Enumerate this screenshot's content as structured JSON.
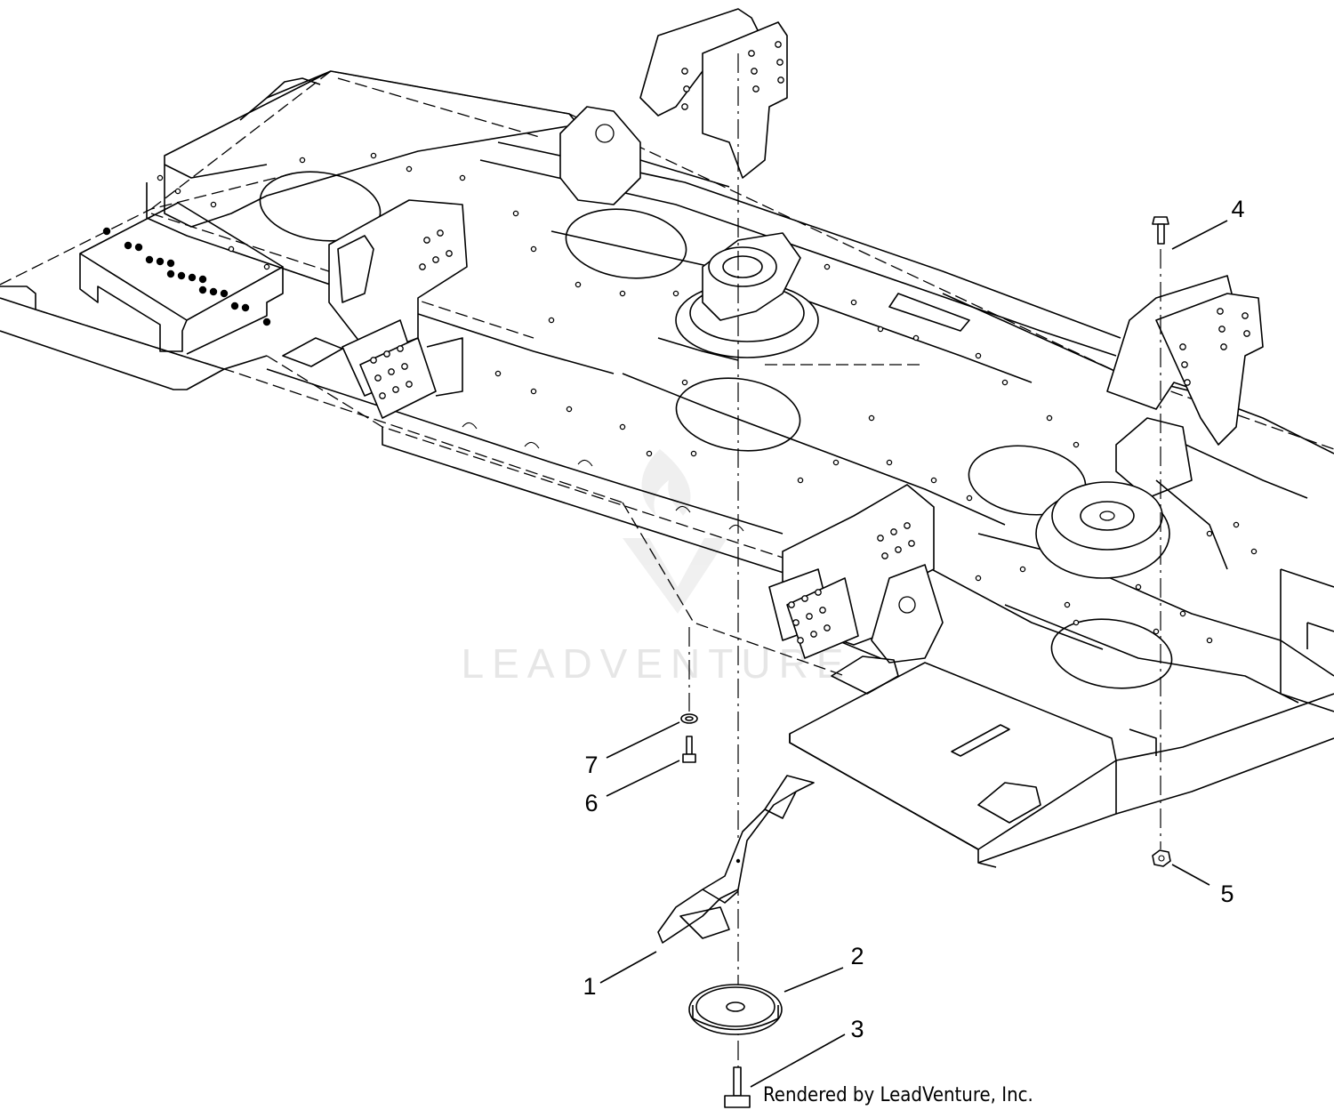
{
  "diagram": {
    "callouts": [
      "1",
      "2",
      "3",
      "4",
      "5",
      "6",
      "7"
    ],
    "watermark": "LEADVENTURE",
    "credit": "Rendered by LeadVenture, Inc."
  }
}
